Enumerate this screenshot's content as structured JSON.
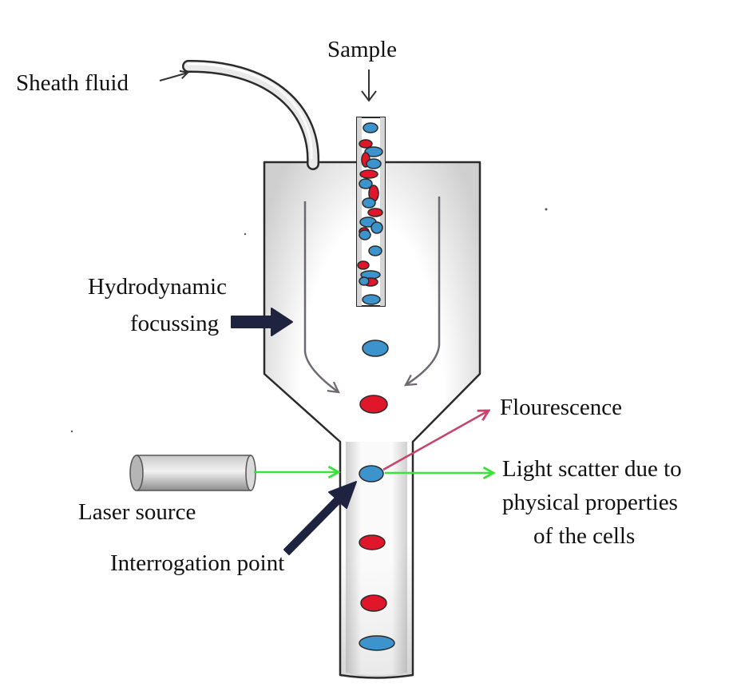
{
  "labels": {
    "sheath_fluid": "Sheath fluid",
    "sample": "Sample",
    "hydrodynamic_1": "Hydrodynamic",
    "hydrodynamic_2": "focussing",
    "flourescence": "Flourescence",
    "light_scatter_1": "Light scatter due to",
    "light_scatter_2": "physical properties",
    "light_scatter_3": "of the cells",
    "laser_source": "Laser source",
    "interrogation_point": "Interrogation point"
  },
  "colors": {
    "outline": "#2a2a2a",
    "flow_arrow": "#6f6a72",
    "cell_red": "#e0162b",
    "cell_blue": "#3d93cc",
    "laser_beam": "#39e33a",
    "fluorescence_ray": "#c6436a",
    "pointer_arrow": "#1e2440",
    "tube_shade": "#9c9c9c"
  }
}
